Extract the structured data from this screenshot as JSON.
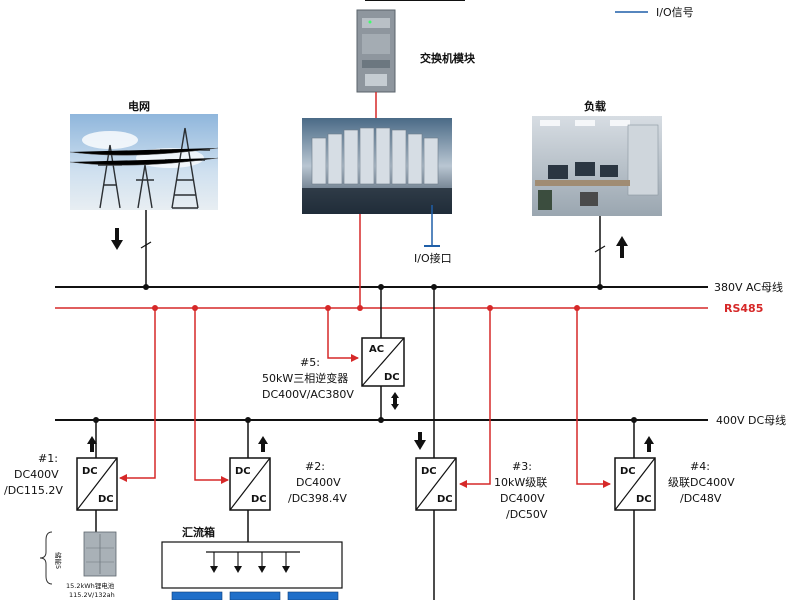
{
  "legend": {
    "io_signal": "I/O信号"
  },
  "top": {
    "switch_module": "交换机模块"
  },
  "grid": {
    "label": "电网"
  },
  "load": {
    "label": "负载"
  },
  "io_port": "I/O接口",
  "buses": {
    "ac_bus": "380V AC母线",
    "rs485": "RS485",
    "dc_bus": "400V DC母线"
  },
  "inverter": {
    "line1": "#5:",
    "line2": "50kW三相逆变器",
    "line3": "DC400V/AC380V",
    "top": "AC",
    "bottom": "DC"
  },
  "converters": [
    {
      "line1": "#1:",
      "line2": "DC400V",
      "line3": "/DC115.2V",
      "top": "DC",
      "bottom": "DC"
    },
    {
      "line1": "#2:",
      "line2": "DC400V",
      "line3": "/DC398.4V",
      "top": "DC",
      "bottom": "DC"
    },
    {
      "line1": "#3:",
      "line2": "10kW级联",
      "line3": "DC400V",
      "line4": "/DC50V",
      "top": "DC",
      "bottom": "DC"
    },
    {
      "line1": "#4:",
      "line2": "级联DC400V",
      "line3": "/DC48V",
      "top": "DC",
      "bottom": "DC"
    }
  ],
  "combiner": {
    "label": "汇流箱"
  },
  "battery": {
    "side_label": "储能5",
    "line1": "15.2kWh锂电池",
    "line2": "115.2V/132ah"
  },
  "colors": {
    "rs485": "#d62828",
    "io": "#1f5fa8",
    "bus": "#111111",
    "panel": "#1f6fc9"
  }
}
